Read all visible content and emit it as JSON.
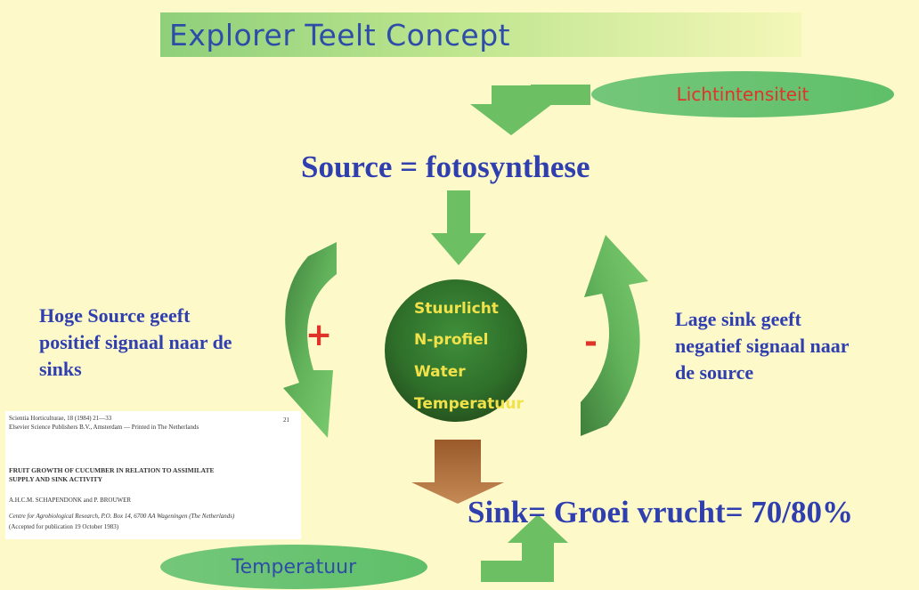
{
  "title": "Explorer Teelt Concept",
  "inputs": {
    "top": "Lichtintensiteit",
    "bottom": "Temperatuur"
  },
  "source": "Source = fotosynthese",
  "sink": "Sink= Groei vrucht= 70/80%",
  "feedback": {
    "left_sign": "+",
    "left_lines": [
      "Hoge Source geeft",
      "positief signaal naar de",
      "sinks"
    ],
    "right_sign": "-",
    "right_lines": [
      "Lage sink geeft",
      "negatief signaal naar",
      "de source"
    ]
  },
  "factors": [
    "Stuurlicht",
    "N-profiel",
    "Water",
    "Temperatuur"
  ],
  "paper_excerpt": {
    "journal_line1": "Scientia Horticulturae, 18 (1984) 21—33",
    "journal_line2": "Elsevier Science Publishers B.V., Amsterdam — Printed in The Netherlands",
    "page": "21",
    "heading_line1": "FRUIT GROWTH OF CUCUMBER IN RELATION TO ASSIMILATE",
    "heading_line2": "SUPPLY AND SINK ACTIVITY",
    "authors": "A.H.C.M. SCHAPENDONK and P. BROUWER",
    "affiliation": "Centre for Agrobiological Research, P.O. Box 14, 6700 AA Wageningen (The Netherlands)",
    "accepted": "(Accepted for publication 19 October 1983)"
  },
  "colors": {
    "background": "#fdf9c9",
    "arrow_green": "#6cbf63",
    "arrow_dark": "#4f9a4c",
    "text_blue": "#2f3fb0",
    "sign_red": "#e0342a",
    "circle_text": "#f2e24a",
    "sink_arrow": "#a0522d"
  }
}
